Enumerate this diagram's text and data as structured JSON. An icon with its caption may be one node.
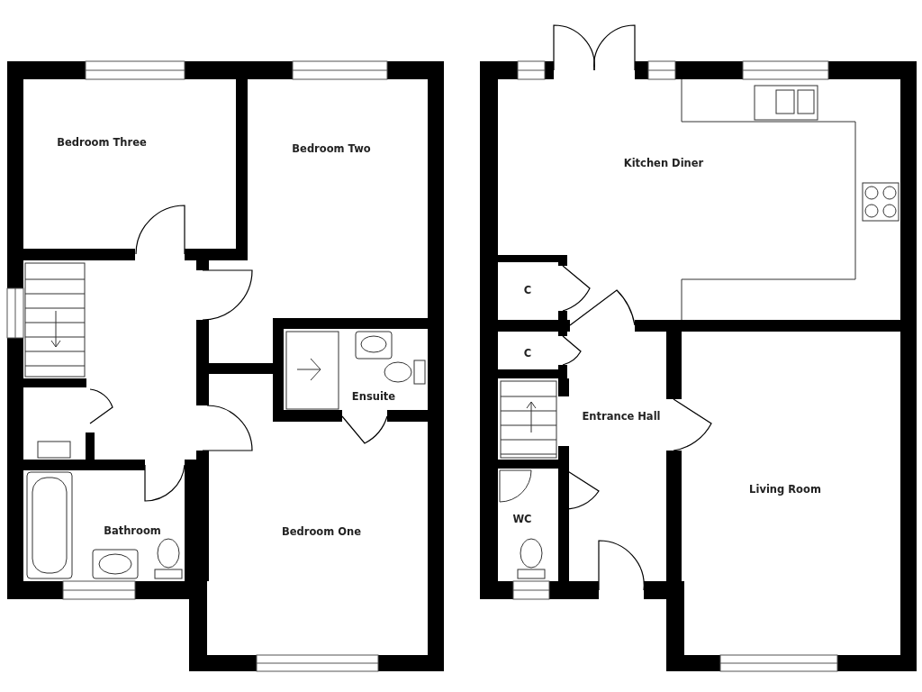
{
  "diagram": {
    "nodes": [
      {
        "text": [
          "Bedroom Three"
        ]
      },
      {
        "text": [
          "Bedroom Two"
        ]
      },
      {
        "text": [
          "Ensuite"
        ]
      },
      {
        "text": [
          "Bathroom"
        ]
      },
      {
        "text": [
          "Bedroom One"
        ]
      },
      {
        "text": [
          "Kitchen Diner"
        ]
      },
      {
        "text": [
          "C"
        ]
      },
      {
        "text": [
          "C"
        ]
      },
      {
        "text": [
          "Entrance Hall"
        ]
      },
      {
        "text": [
          "WC"
        ]
      },
      {
        "text": [
          "Living Room"
        ]
      }
    ]
  }
}
